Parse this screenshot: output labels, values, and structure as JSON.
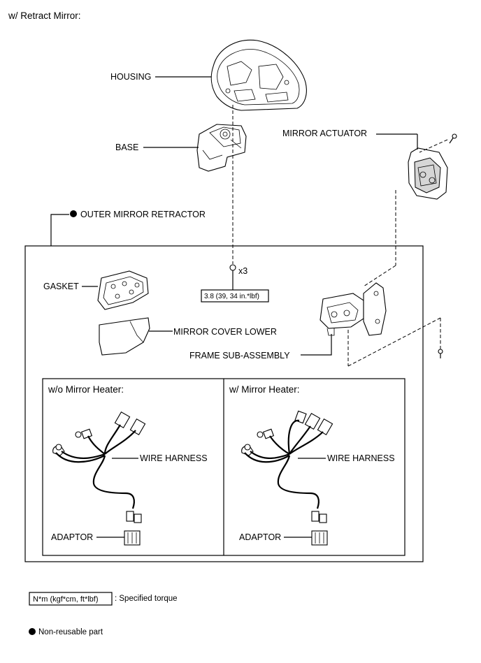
{
  "title": "w/ Retract Mirror:",
  "labels": {
    "housing": "HOUSING",
    "base": "BASE",
    "mirror_actuator": "MIRROR ACTUATOR",
    "outer_mirror_retractor": "OUTER MIRROR RETRACTOR",
    "gasket": "GASKET",
    "mirror_cover_lower": "MIRROR COVER LOWER",
    "frame_sub_assembly": "FRAME SUB-ASSEMBLY"
  },
  "bolt_qty": "x3",
  "torque_value": "3.8 (39, 34 in.*lbf)",
  "variants": [
    {
      "header": "w/o Mirror Heater:",
      "wire_harness": "WIRE HARNESS",
      "adaptor": "ADAPTOR"
    },
    {
      "header": "w/ Mirror Heater:",
      "wire_harness": "WIRE HARNESS",
      "adaptor": "ADAPTOR"
    }
  ],
  "legend": {
    "torque_unit_box": "N*m (kgf*cm, ft*lbf)",
    "torque_desc": ": Specified torque",
    "nonreusable_desc": "Non-reusable part"
  }
}
